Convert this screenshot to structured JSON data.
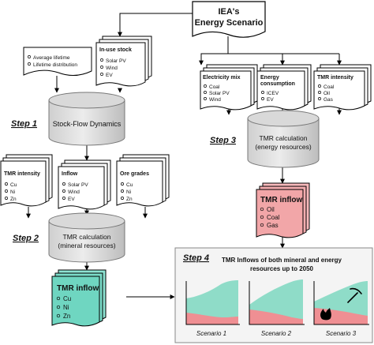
{
  "scenario_box": {
    "line1": "IEA's",
    "line2": "Energy Scenario"
  },
  "lifetime_doc": {
    "items": [
      "Average lifetime",
      "Lifetime distribution"
    ]
  },
  "inuse_doc": {
    "title": "In-use stock",
    "items": [
      "Solar PV",
      "Wind",
      "EV"
    ]
  },
  "electricity_doc": {
    "title": "Electricity mix",
    "items": [
      "Coal",
      "Solar PV",
      "Wind"
    ]
  },
  "energy_doc": {
    "title_line1": "Energy",
    "title_line2": "consumption",
    "items": [
      "ICEV",
      "EV"
    ]
  },
  "tmr_intensity_energy_doc": {
    "title": "TMR intensity",
    "items": [
      "Coal",
      "Oil",
      "Gas"
    ]
  },
  "stock_flow": {
    "label": "Stock-Flow Dynamics"
  },
  "step1": "Step 1",
  "step2": "Step 2",
  "step3": "Step 3",
  "step4": "Step 4",
  "tmr_calc_energy": {
    "line1": "TMR calculation",
    "line2": "(energy resources)"
  },
  "tmr_intensity_mineral_doc": {
    "title": "TMR intensity",
    "items": [
      "Cu",
      "Ni",
      "Zn"
    ]
  },
  "inflow_doc": {
    "title": "Inflow",
    "items": [
      "Solar PV",
      "Wind",
      "EV"
    ]
  },
  "ore_grades_doc": {
    "title": "Ore grades",
    "items": [
      "Cu",
      "Ni",
      "Zn"
    ]
  },
  "tmr_inflow_energy": {
    "title": "TMR inflow",
    "items": [
      "Oil",
      "Coal",
      "Gas"
    ]
  },
  "tmr_calc_mineral": {
    "line1": "TMR calculation",
    "line2": "(mineral resources)"
  },
  "tmr_inflow_mineral": {
    "title": "TMR inflow",
    "items": [
      "Cu",
      "Ni",
      "Zn"
    ]
  },
  "results_panel": {
    "title_line1": "TMR Inflows of both mineral and energy",
    "title_line2": "resources up to 2050",
    "scenarios": [
      "Scenario 1",
      "Scenario 2",
      "Scenario 3"
    ]
  },
  "colors": {
    "cylinder_light": "#e6e6e6",
    "cylinder_dark": "#a8a8a8",
    "energy_inflow": "#f2a6a8",
    "mineral_inflow": "#6fd6c1",
    "chart_teal": "#8fdcc8",
    "chart_red": "#ef8f93"
  },
  "icons": [
    "pickaxe-icon",
    "flame-icon"
  ]
}
